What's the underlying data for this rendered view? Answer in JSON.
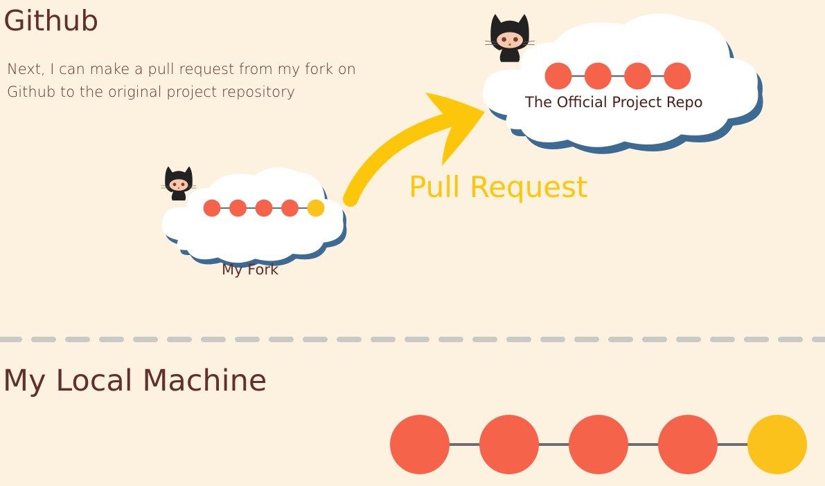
{
  "github": {
    "heading": "Github",
    "intro": "Next, I can make a pull request from my fork on Github to the original project repository"
  },
  "fork": {
    "label": "My Fork",
    "commits": [
      "red",
      "red",
      "red",
      "red",
      "yellow"
    ]
  },
  "official_repo": {
    "label": "The Official Project Repo",
    "commits": [
      "red",
      "red",
      "red",
      "red"
    ]
  },
  "pull_request": {
    "label": "Pull Request"
  },
  "local": {
    "heading": "My Local Machine",
    "commits": [
      "red",
      "red",
      "red",
      "red",
      "yellow"
    ]
  },
  "icons": {
    "mascot": "octocat-icon",
    "arrow": "curved-arrow-icon",
    "cloud": "cloud-icon"
  },
  "colors": {
    "background": "#fdf1e0",
    "text": "#62302a",
    "commit_red": "#f4634a",
    "commit_yellow": "#fbc21c",
    "arrow": "#fcc70a",
    "cloud_shadow": "#3d6a93",
    "divider": "#c9c9c8"
  }
}
